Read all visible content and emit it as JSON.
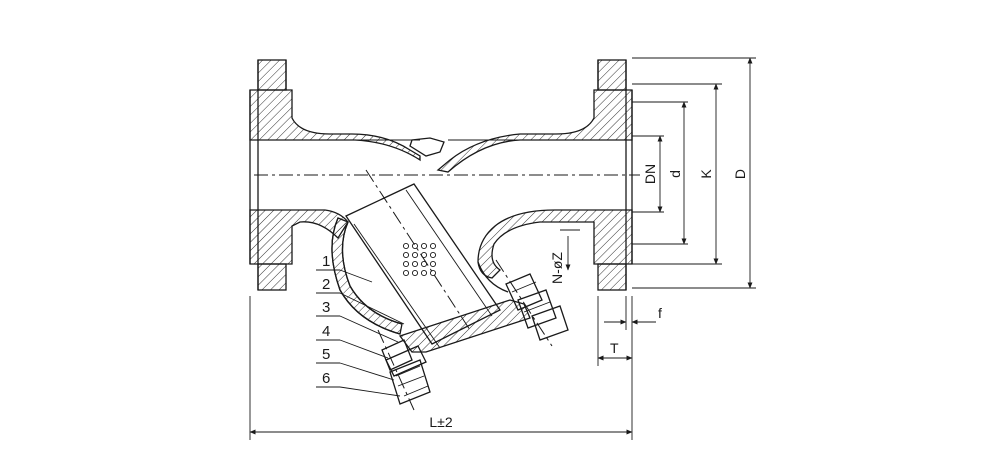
{
  "parts": [
    "1",
    "2",
    "3",
    "4",
    "5",
    "6"
  ],
  "dimensions": {
    "length": "L±2",
    "nominal_diameter": "DN",
    "bore": "d",
    "bolt_circle": "K",
    "outer_diameter": "D",
    "bolt_holes": "N-øZ",
    "raised_face": "f",
    "flange_thickness": "T"
  }
}
